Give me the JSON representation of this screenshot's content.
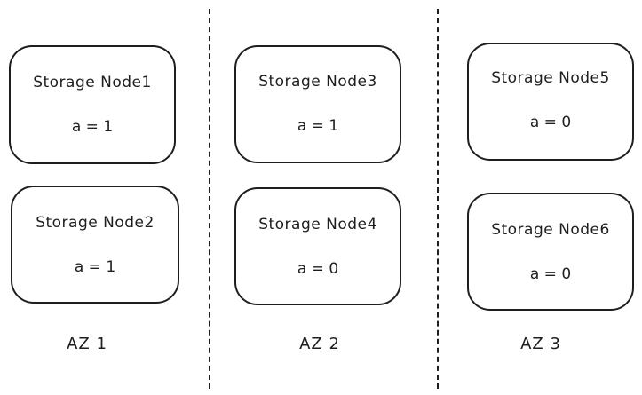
{
  "zones": [
    {
      "label": "AZ 1",
      "nodes": [
        {
          "name": "Storage Node1",
          "value": "a = 1"
        },
        {
          "name": "Storage Node2",
          "value": "a = 1"
        }
      ]
    },
    {
      "label": "AZ 2",
      "nodes": [
        {
          "name": "Storage Node3",
          "value": "a = 1"
        },
        {
          "name": "Storage Node4",
          "value": "a = 0"
        }
      ]
    },
    {
      "label": "AZ 3",
      "nodes": [
        {
          "name": "Storage Node5",
          "value": "a = 0"
        },
        {
          "name": "Storage Node6",
          "value": "a = 0"
        }
      ]
    }
  ],
  "colors": {
    "stroke": "#1e1e1e",
    "background": "#ffffff"
  }
}
